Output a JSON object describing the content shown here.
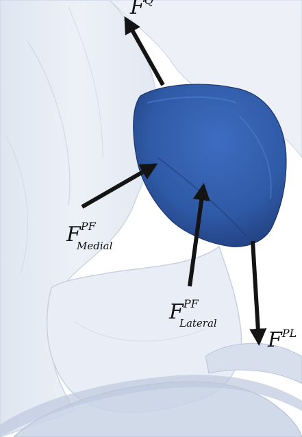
{
  "colors": {
    "background": "#ffffff",
    "bone": "#e6ebf3",
    "bone_edge": "#c8d2e2",
    "patella": "#2f5aa6",
    "patella_dark": "#233f7c",
    "arrow": "#141414"
  },
  "labels": {
    "fq": {
      "main": "F",
      "sup": "Q"
    },
    "fpf_medial": {
      "main": "F",
      "sup": "PF",
      "sub": "Medial"
    },
    "fpf_lateral": {
      "main": "F",
      "sup": "PF",
      "sub": "Lateral"
    },
    "fpl": {
      "main": "F",
      "sup": "PL"
    }
  }
}
